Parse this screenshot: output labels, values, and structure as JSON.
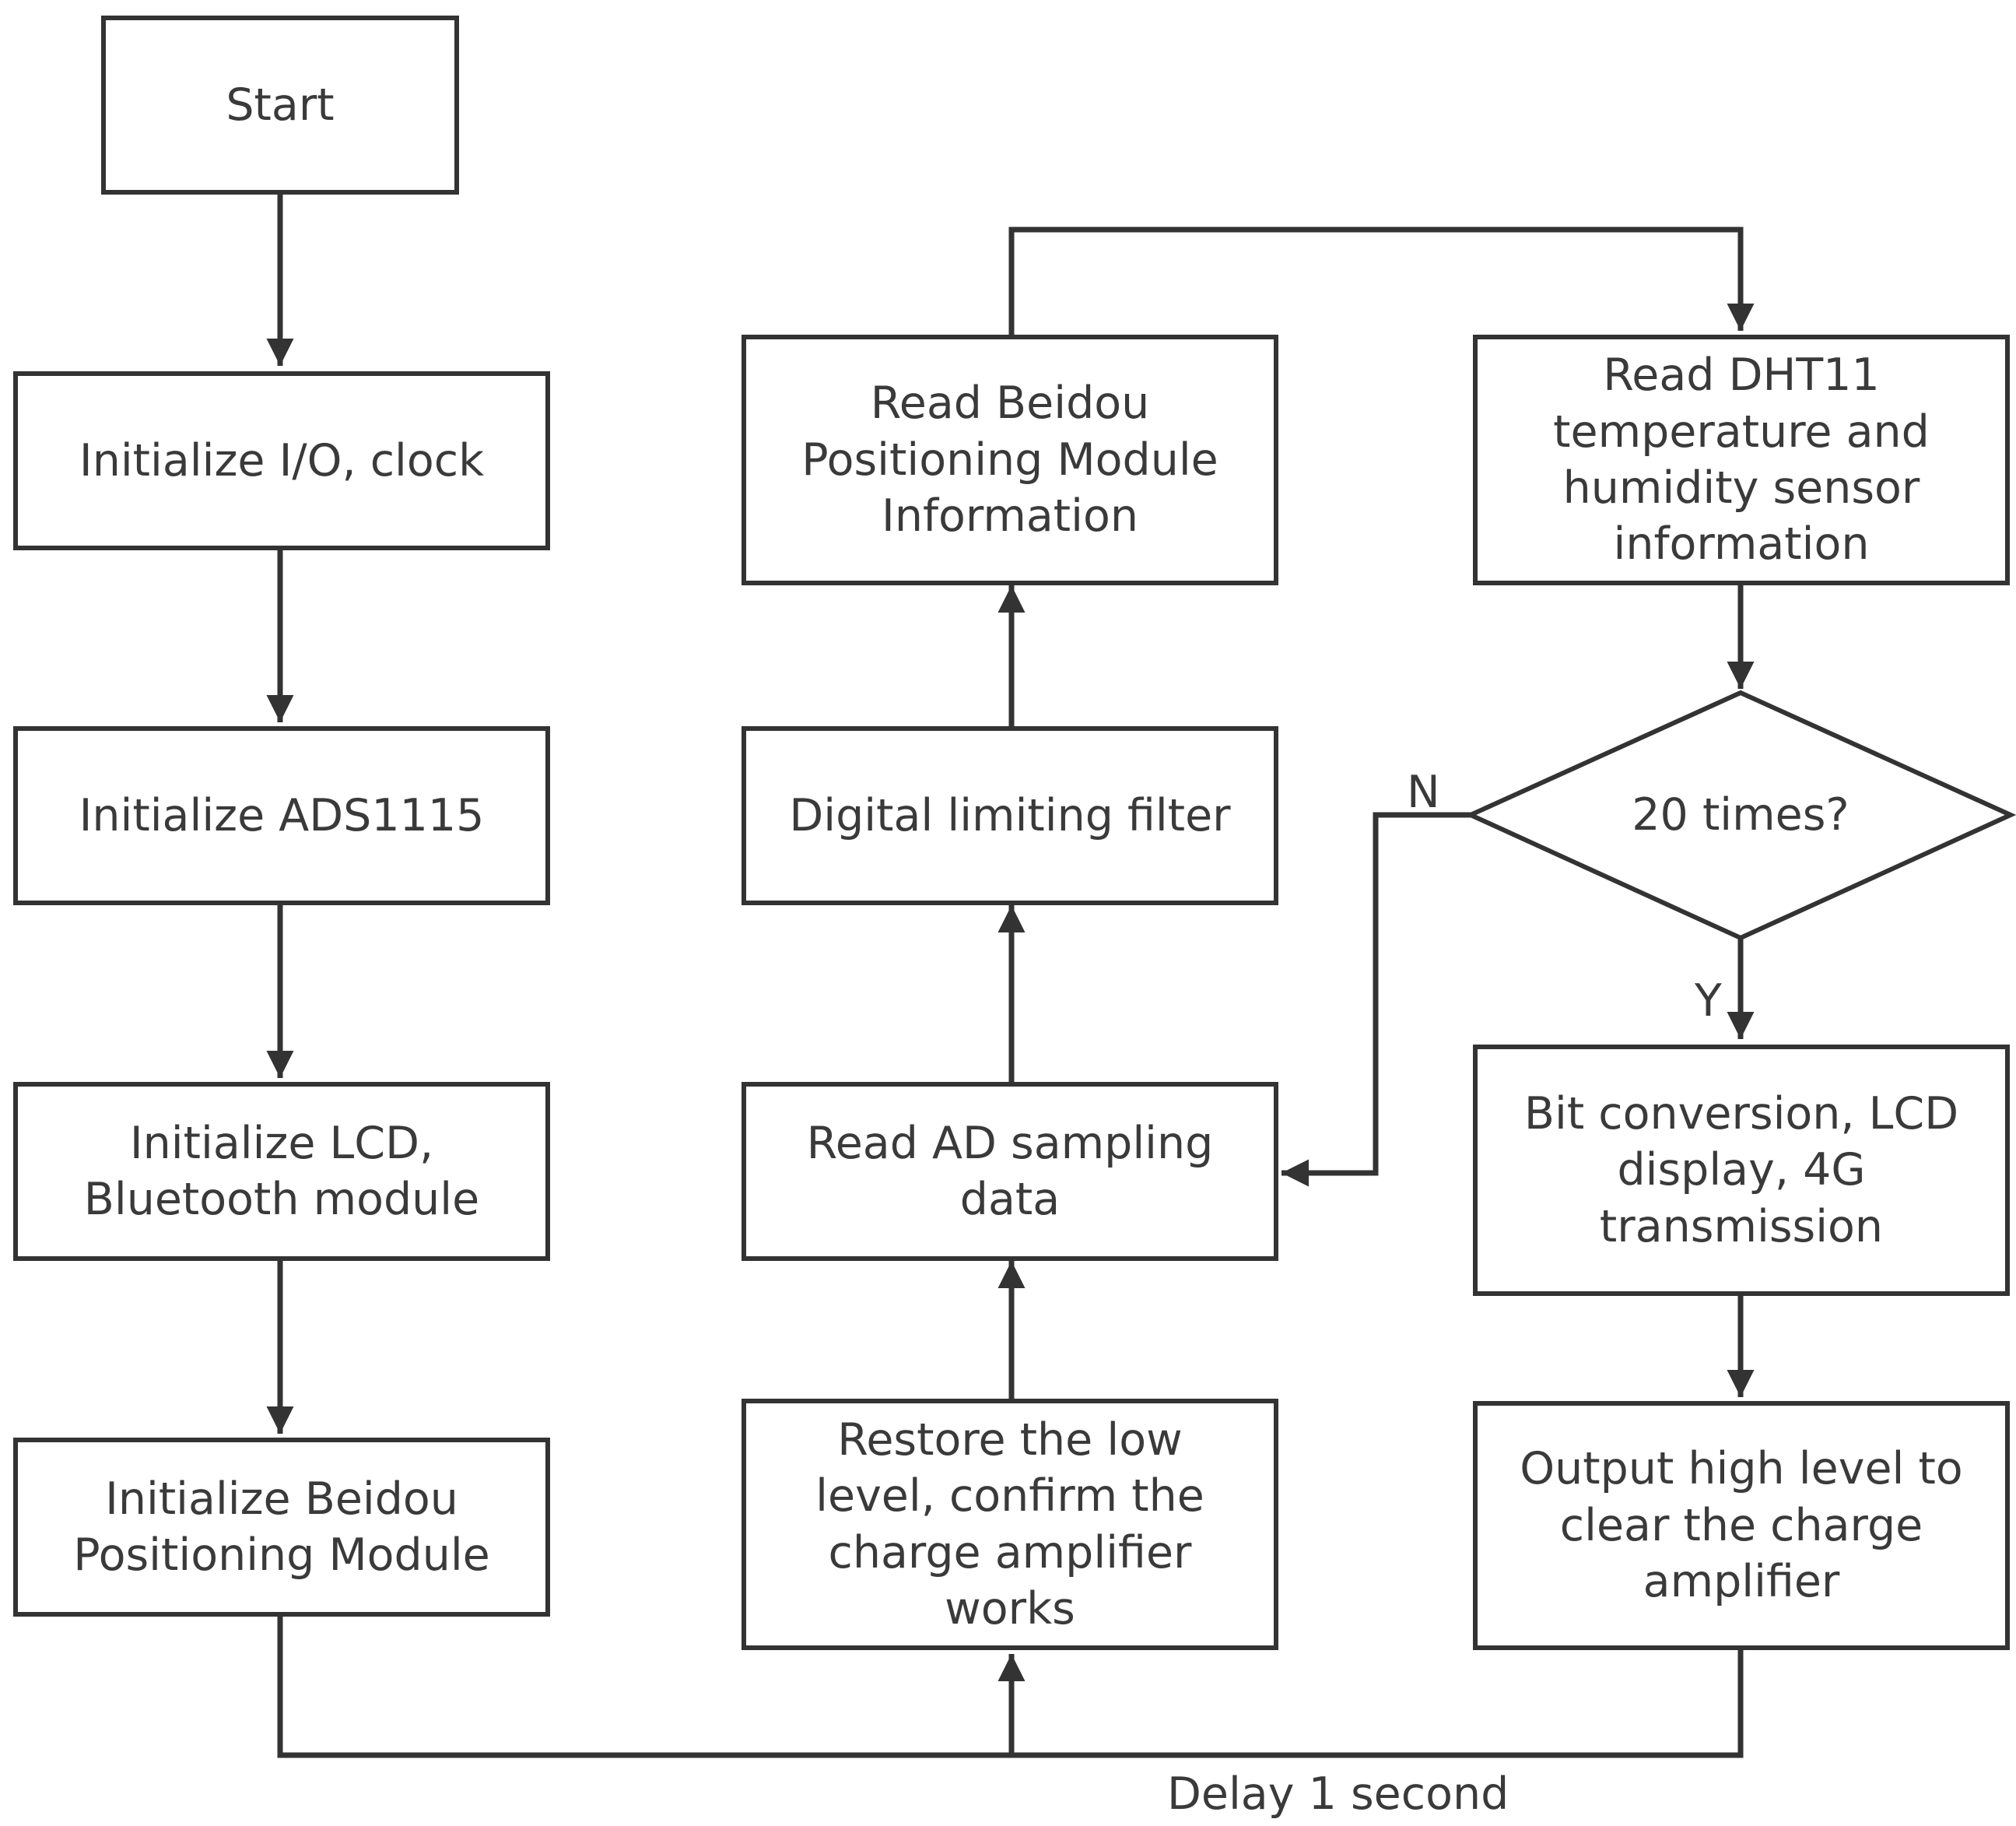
{
  "nodes": {
    "start": "Start",
    "init_io": "Initialize I/O, clock",
    "init_ads": "Initialize ADS1115",
    "init_lcd": "Initialize LCD, Bluetooth module",
    "init_beidou": "Initialize Beidou Positioning Module",
    "restore_low": "Restore the low level, confirm the charge amplifier works",
    "read_ad": "Read AD sampling data",
    "filter": "Digital limiting filter",
    "read_beidou": "Read Beidou Positioning Module Information",
    "read_dht": "Read DHT11 temperature and humidity sensor information",
    "decision": "20 times?",
    "bit_conv": "Bit conversion, LCD display, 4G transmission",
    "output_high": "Output high level to clear the charge amplifier"
  },
  "labels": {
    "no": "N",
    "yes": "Y",
    "delay": "Delay 1 second"
  },
  "colors": {
    "stroke": "#333333",
    "text": "#3a3a3a",
    "background": "#ffffff"
  }
}
